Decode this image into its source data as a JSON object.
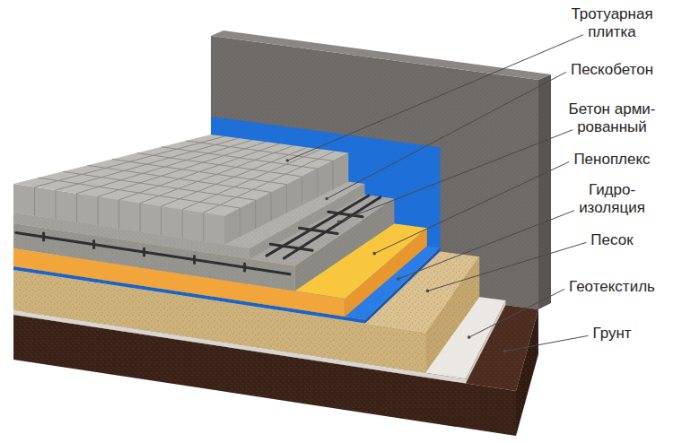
{
  "diagram": {
    "labels": [
      "Тротуарная плитка",
      "Пескобетон",
      "Бетон арми- рованный",
      "Пеноплекс",
      "Гидро- изоляция",
      "Песок",
      "Геотекстиль",
      "Грунт"
    ]
  }
}
